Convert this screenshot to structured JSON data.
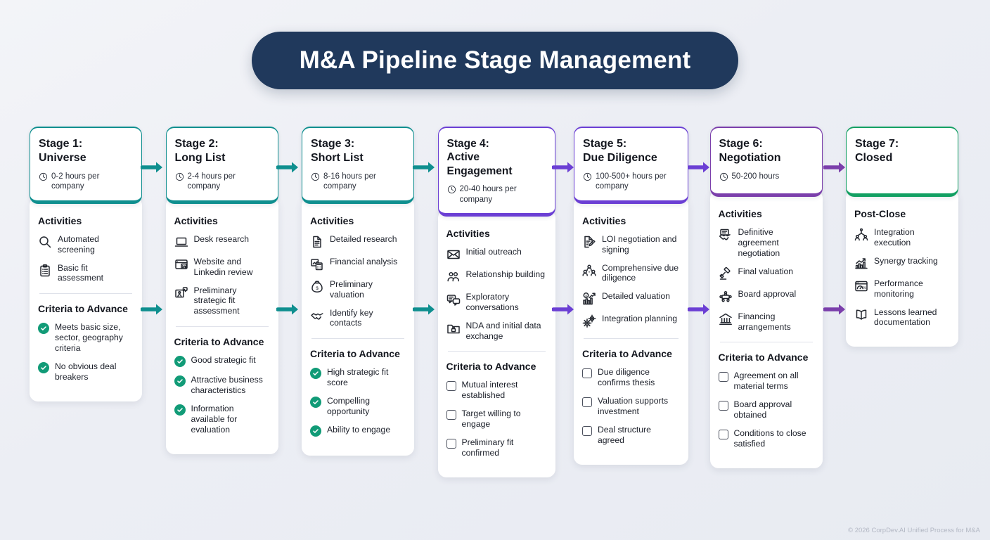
{
  "header": {
    "title": "M&A Pipeline Stage Management"
  },
  "footer": {
    "copyright": "© 2026 CorpDev.AI Unified Process for M&A"
  },
  "colors": {
    "banner": "#20395c",
    "teal": "#0f8f8f",
    "violet": "#6b3fd4",
    "purple": "#7b3fab",
    "green": "#13a063",
    "check": "#119b77",
    "background": "#eef0f5"
  },
  "labels": {
    "activities": "Activities",
    "criteria": "Criteria to Advance",
    "post_close": "Post-Close"
  },
  "stages": [
    {
      "name": "Stage 1:\nUniverse",
      "time": "0-2 hours per company",
      "accent": "teal",
      "list_title": "Activities",
      "activities": [
        {
          "label": "Automated screening",
          "icon": "magnifier-icon"
        },
        {
          "label": "Basic fit assessment",
          "icon": "clipboard-icon"
        }
      ],
      "criteria_title": "Criteria to Advance",
      "criteria_type": "check",
      "criteria": [
        "Meets basic size, sector, geography criteria",
        "No obvious deal breakers"
      ]
    },
    {
      "name": "Stage 2:\nLong List",
      "time": "2-4 hours per company",
      "accent": "teal",
      "list_title": "Activities",
      "activities": [
        {
          "label": "Desk research",
          "icon": "laptop-icon"
        },
        {
          "label": "Website and Linkedin review",
          "icon": "browser-window-icon"
        },
        {
          "label": "Preliminary strategic fit assessment",
          "icon": "strategy-icon"
        }
      ],
      "criteria_title": "Criteria to Advance",
      "criteria_type": "check",
      "criteria": [
        "Good strategic fit",
        "Attractive business characteristics",
        "Information available for evaluation"
      ]
    },
    {
      "name": "Stage 3:\nShort List",
      "time": "8-16 hours per company",
      "accent": "teal",
      "list_title": "Activities",
      "activities": [
        {
          "label": "Detailed research",
          "icon": "document-icon"
        },
        {
          "label": "Financial analysis",
          "icon": "calculator-chart-icon"
        },
        {
          "label": "Preliminary valuation",
          "icon": "money-bag-icon"
        },
        {
          "label": "Identify key contacts",
          "icon": "handshake-icon"
        }
      ],
      "criteria_title": "Criteria to Advance",
      "criteria_type": "check",
      "criteria": [
        "High strategic fit score",
        "Compelling opportunity",
        "Ability to engage"
      ]
    },
    {
      "name": "Stage 4:\nActive Engagement",
      "time": "20-40 hours per company",
      "accent": "violet",
      "list_title": "Activities",
      "activities": [
        {
          "label": "Initial outreach",
          "icon": "envelope-icon"
        },
        {
          "label": "Relationship building",
          "icon": "people-icon"
        },
        {
          "label": "Exploratory conversations",
          "icon": "chat-bubbles-icon"
        },
        {
          "label": "NDA and initial data exchange",
          "icon": "locked-folder-icon"
        }
      ],
      "criteria_title": "Criteria to Advance",
      "criteria_type": "box",
      "criteria": [
        "Mutual interest established",
        "Target willing to engage",
        "Preliminary fit confirmed"
      ]
    },
    {
      "name": "Stage 5:\nDue Diligence",
      "time": "100-500+ hours per company",
      "accent": "violet",
      "list_title": "Activities",
      "activities": [
        {
          "label": "LOI negotiation and signing",
          "icon": "signing-document-icon"
        },
        {
          "label": "Comprehensive due diligence",
          "icon": "team-icon"
        },
        {
          "label": "Detailed valuation",
          "icon": "valuation-chart-icon"
        },
        {
          "label": "Integration planning",
          "icon": "gears-icon"
        }
      ],
      "criteria_title": "Criteria to Advance",
      "criteria_type": "box",
      "criteria": [
        "Due diligence confirms thesis",
        "Valuation supports investment",
        "Deal structure agreed"
      ]
    },
    {
      "name": "Stage 6:\nNegotiation",
      "time": "50-200 hours",
      "accent": "purple",
      "list_title": "Activities",
      "activities": [
        {
          "label": "Definitive agreement negotiation",
          "icon": "agreement-handshake-icon"
        },
        {
          "label": "Final valuation",
          "icon": "gavel-icon"
        },
        {
          "label": "Board approval",
          "icon": "boardroom-icon"
        },
        {
          "label": "Financing arrangements",
          "icon": "bank-icon"
        }
      ],
      "criteria_title": "Criteria to Advance",
      "criteria_type": "box",
      "criteria": [
        "Agreement on all material terms",
        "Board approval obtained",
        "Conditions to close satisfied"
      ]
    },
    {
      "name": "Stage 7:\nClosed",
      "time": "",
      "accent": "green",
      "list_title": "Post-Close",
      "activities": [
        {
          "label": "Integration execution",
          "icon": "network-people-icon"
        },
        {
          "label": "Synergy tracking",
          "icon": "growth-chart-icon"
        },
        {
          "label": "Performance monitoring",
          "icon": "dashboard-icon"
        },
        {
          "label": "Lessons learned documentation",
          "icon": "open-book-icon"
        }
      ],
      "criteria_title": "",
      "criteria_type": "none",
      "criteria": []
    }
  ]
}
